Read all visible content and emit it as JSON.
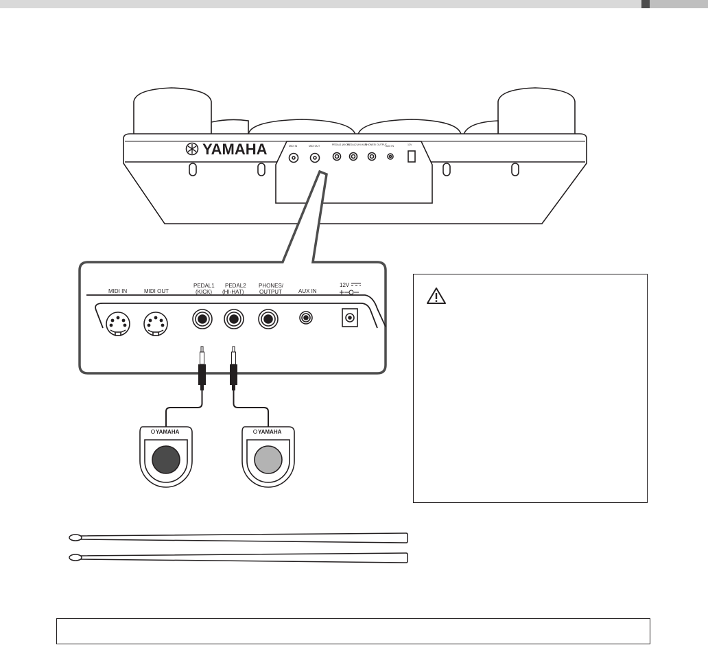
{
  "header": {
    "bar_color": "#d9d9d9",
    "tab_color": "#4d4d4d"
  },
  "device": {
    "brand": "YAMAHA",
    "small_labels": [
      "MIDI IN",
      "MIDI OUT",
      "PEDAL1 (KICK)",
      "PEDAL2 (HI-HAT)",
      "PHONES/ OUTPUT",
      "AUX IN",
      "12V"
    ]
  },
  "panel": {
    "midi_in": "MIDI IN",
    "midi_out": "MIDI OUT",
    "pedal1_line1": "PEDAL1",
    "pedal1_line2": "(KICK)",
    "pedal2_line1": "PEDAL2",
    "pedal2_line2": "(HI-HAT)",
    "phones_line1": "PHONES/",
    "phones_line2": "OUTPUT",
    "aux_in": "AUX IN",
    "dc_in": "12V"
  },
  "pedals": {
    "left_brand": "YAMAHA",
    "right_brand": "YAMAHA",
    "left_pad_color": "#4a4a4a",
    "right_pad_color": "#b3b3b3"
  },
  "caution": {
    "icon": "warning-triangle-icon",
    "text": ""
  },
  "note": {
    "text": ""
  }
}
